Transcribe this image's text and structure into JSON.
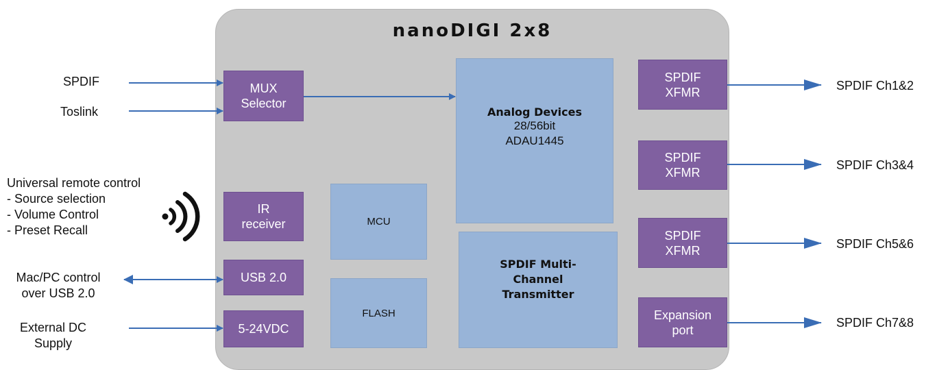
{
  "title": "nanoDIGI 2x8",
  "inputs": {
    "spdif": "SPDIF",
    "toslink": "Toslink",
    "remote": [
      "Universal remote control",
      "- Source selection",
      "- Volume Control",
      "- Preset Recall"
    ],
    "usb": [
      "Mac/PC control",
      "over USB 2.0"
    ],
    "dc": [
      "External DC",
      "Supply"
    ]
  },
  "blocks": {
    "mux": [
      "MUX",
      "Selector"
    ],
    "ir": [
      "IR",
      "receiver"
    ],
    "usb": "USB 2.0",
    "power": "5-24VDC",
    "mcu": "MCU",
    "flash": "FLASH",
    "adi": {
      "name": "Analog Devices",
      "bits": "28/56bit",
      "part": "ADAU1445"
    },
    "spdif_tx": [
      "SPDIF Multi-",
      "Channel",
      "Transmitter"
    ],
    "xfmr": [
      "SPDIF",
      "XFMR"
    ],
    "expansion": [
      "Expansion",
      "port"
    ]
  },
  "outputs": [
    "SPDIF Ch1&2",
    "SPDIF Ch3&4",
    "SPDIF Ch5&6",
    "SPDIF Ch7&8"
  ],
  "colors": {
    "purple": "#8060a0",
    "blue": "#98b4d8",
    "board": "#c8c8c8",
    "arrow": "#3a6db5"
  },
  "icons": {
    "wireless": "wireless-signal-icon"
  }
}
